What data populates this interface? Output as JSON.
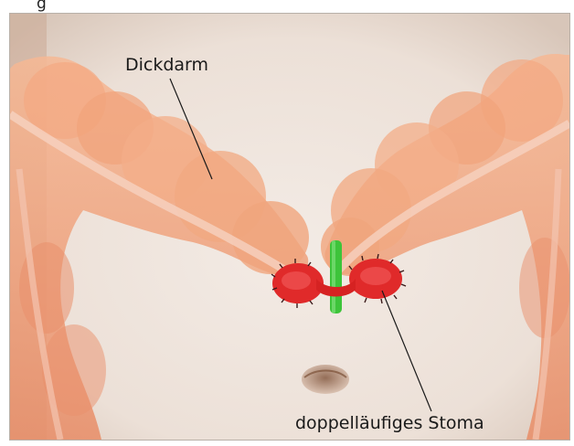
{
  "figure": {
    "top_caption_fragment": "g",
    "labels": {
      "colon": "Dickdarm",
      "stoma": "doppelläufiges Stoma"
    }
  },
  "colors": {
    "skin": "#f0e6df",
    "colon": "#f0a07a",
    "colon_dark": "#d9784f",
    "stoma": "#e02a2a",
    "rod": "#3dc43a",
    "navel": "#b89070"
  },
  "icons": [
    "colon-illustration",
    "stoma-illustration",
    "navel-illustration"
  ]
}
